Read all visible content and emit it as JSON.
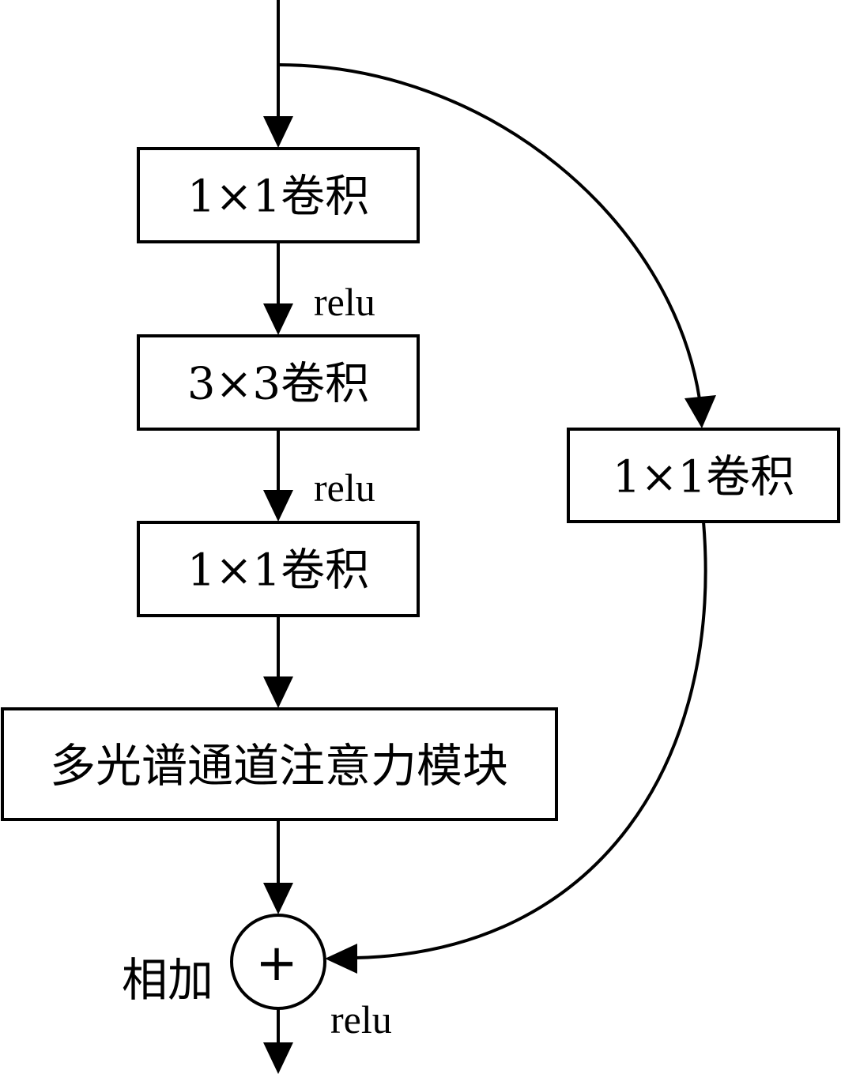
{
  "blocks": {
    "conv1": "1×1卷积",
    "conv3": "3×3卷积",
    "conv2": "1×1卷积",
    "attention": "多光谱通道注意力模块",
    "shortcut_conv": "1×1卷积"
  },
  "activations": {
    "after_conv1": "relu",
    "after_conv3": "relu",
    "after_add": "relu"
  },
  "add": {
    "symbol": "+",
    "label": "相加"
  }
}
